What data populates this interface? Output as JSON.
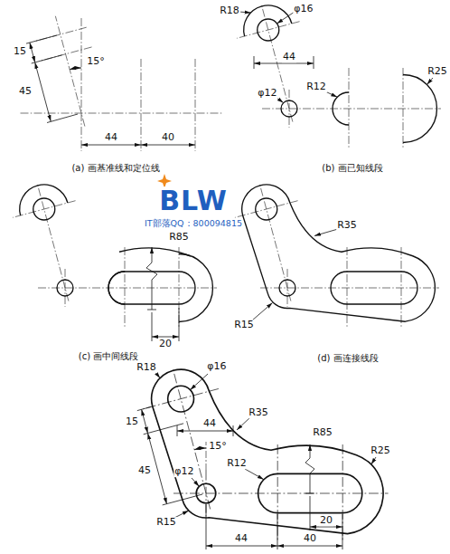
{
  "diagram": {
    "labels": [
      "15",
      "45",
      "15°",
      "44",
      "40",
      "(a) 画基准线和定位线",
      "R18",
      "φ16",
      "44",
      "R12",
      "φ12",
      "R25",
      "(b) 画已知线段",
      "BLW",
      "IT部落QQ：800094815",
      "R85",
      "20",
      "(c) 画中间线段",
      "R35",
      "R15",
      "(d) 画连接线段",
      "R18",
      "φ16",
      "15",
      "44",
      "R35",
      "15°",
      "R85",
      "R25",
      "45",
      "φ12",
      "R12",
      "R15",
      "20",
      "44",
      "40"
    ]
  }
}
